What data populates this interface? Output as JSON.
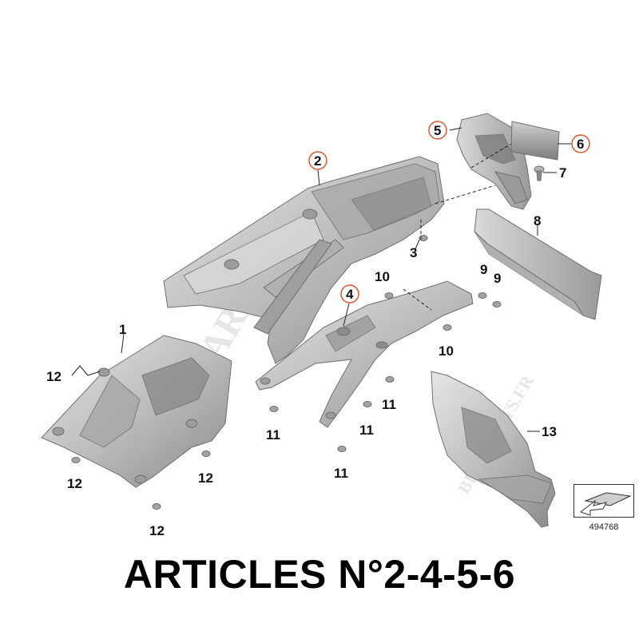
{
  "callouts": {
    "c1": "1",
    "c2": "2",
    "c3": "3",
    "c4": "4",
    "c5": "5",
    "c6": "6",
    "c7": "7",
    "c8": "8",
    "c9a": "9",
    "c9b": "9",
    "c10a": "10",
    "c10b": "10",
    "c11a": "11",
    "c11b": "11",
    "c11c": "11",
    "c11d": "11",
    "c12a": "12",
    "c12b": "12",
    "c12c": "12",
    "c12d": "12",
    "c13": "13"
  },
  "highlighted_callouts": [
    "2",
    "4",
    "5",
    "6"
  ],
  "highlight_color": "#e0542e",
  "reference_number": "494768",
  "footer_title": "ARTICLES N°2-4-5-6",
  "watermark": "BIKE-PARTS.FR"
}
